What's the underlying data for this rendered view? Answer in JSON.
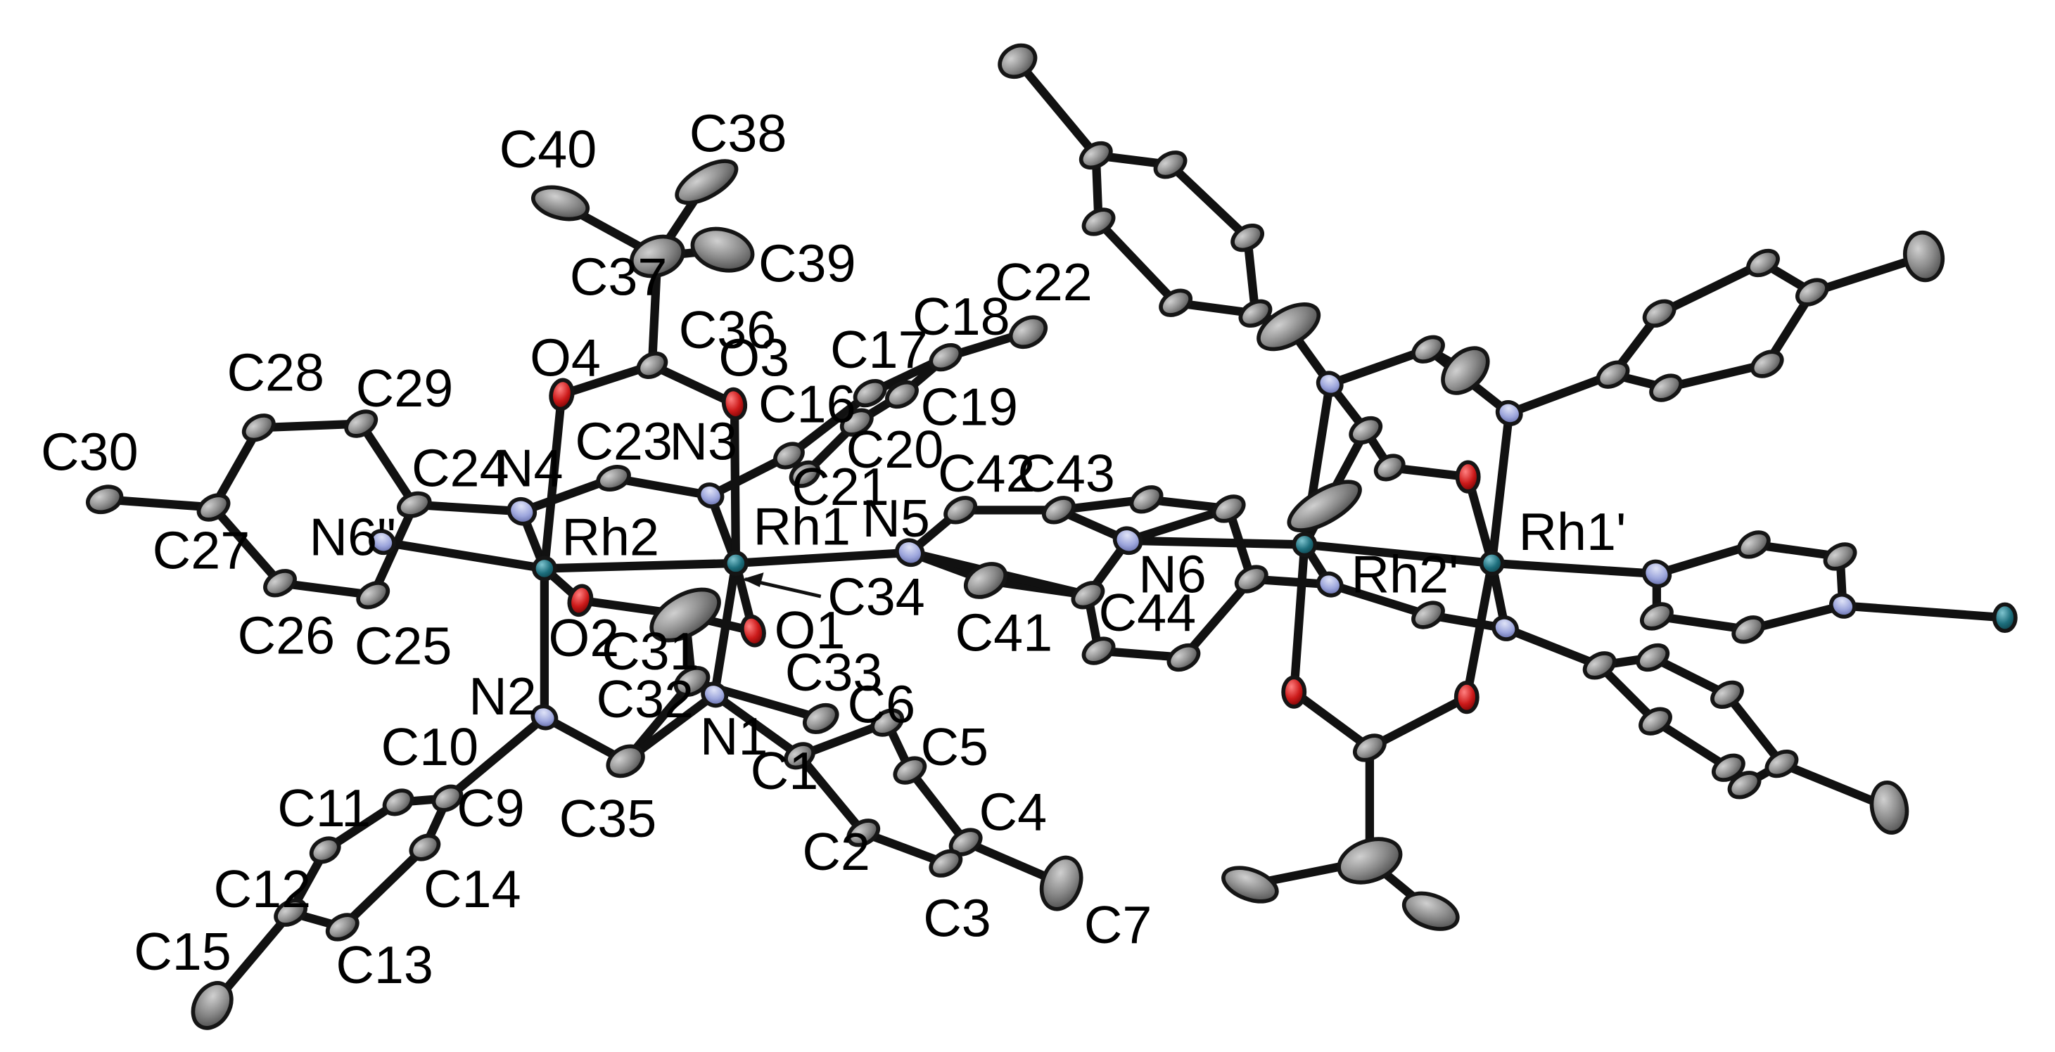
{
  "colors": {
    "C": "#8a8a8a",
    "N": "#9da6dc",
    "O": "#cc1a1a",
    "Rh": "#1d6e7c",
    "bond": "#111111"
  },
  "labels": {
    "C40": "C40",
    "C38": "C38",
    "C39": "C39",
    "C37": "C37",
    "C36": "C36",
    "C22": "C22",
    "C18": "C18",
    "C17": "C17",
    "C28": "C28",
    "C29": "C29",
    "O4": "O4",
    "O3": "O3",
    "C16": "C16",
    "C19": "C19",
    "C30": "C30",
    "C23": "C23",
    "N3": "N3",
    "C20": "C20",
    "C24": "C24",
    "N4": "N4",
    "C21": "C21",
    "C42": "C42",
    "C43": "C43",
    "N6pp": "N6\"",
    "Rh2": "Rh2",
    "Rh1": "Rh1",
    "N5": "N5",
    "C27": "C27",
    "N6": "N6",
    "C34": "C34",
    "Rh2p": "Rh2'",
    "Rh1p": "Rh1'",
    "O2": "O2",
    "O1": "O1",
    "C31": "C31",
    "C41": "C41",
    "C44": "C44",
    "C26": "C26",
    "C25": "C25",
    "C33": "C33",
    "C32": "C32",
    "C6": "C6",
    "N2": "N2",
    "N1": "N1",
    "C10": "C10",
    "C5": "C5",
    "C1": "C1",
    "C9": "C9",
    "C11": "C11",
    "C4": "C4",
    "C35": "C35",
    "C2": "C2",
    "C12": "C12",
    "C14": "C14",
    "C3": "C3",
    "C7": "C7",
    "C15": "C15",
    "C13": "C13"
  }
}
